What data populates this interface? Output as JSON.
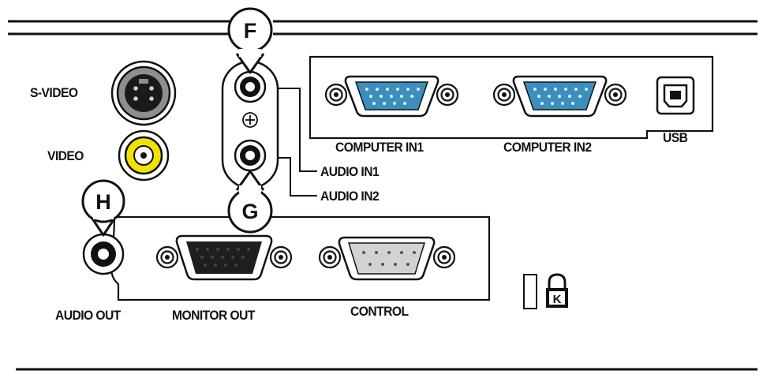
{
  "callouts": {
    "f": "F",
    "g": "G",
    "h": "H"
  },
  "labels": {
    "s_video": "S-VIDEO",
    "video": "VIDEO",
    "computer_in1": "COMPUTER IN1",
    "computer_in2": "COMPUTER IN2",
    "usb": "USB",
    "audio_in1": "AUDIO IN1",
    "audio_in2": "AUDIO IN2",
    "audio_out": "AUDIO OUT",
    "monitor_out": "MONITOR OUT",
    "control": "CONTROL"
  },
  "colors": {
    "line": "#111111",
    "vga_blue": "#3b8fbf",
    "video_yellow": "#f2e200",
    "port_gray": "#8a8a8a",
    "monitor_dark": "#1e1e1e",
    "control_light": "#d2d2d2"
  },
  "icons": [
    "kensington-lock-icon",
    "screw-icon",
    "plus-icon"
  ]
}
